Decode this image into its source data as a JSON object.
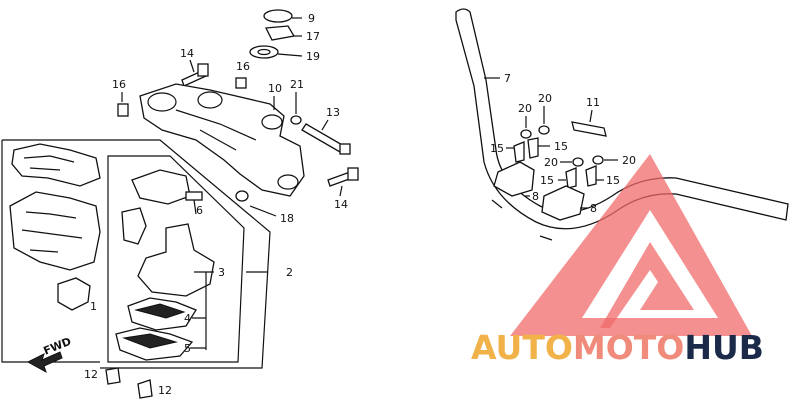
{
  "diagram": {
    "callouts": [
      {
        "id": "c9",
        "text": "9"
      },
      {
        "id": "c17",
        "text": "17"
      },
      {
        "id": "c19",
        "text": "19"
      },
      {
        "id": "c14a",
        "text": "14"
      },
      {
        "id": "c16",
        "text": "16"
      },
      {
        "id": "c16b",
        "text": "16"
      },
      {
        "id": "c10",
        "text": "10"
      },
      {
        "id": "c21",
        "text": "21"
      },
      {
        "id": "c13",
        "text": "13"
      },
      {
        "id": "c14b",
        "text": "14"
      },
      {
        "id": "c18",
        "text": "18"
      },
      {
        "id": "c2",
        "text": "2"
      },
      {
        "id": "c3",
        "text": "3"
      },
      {
        "id": "c4",
        "text": "4"
      },
      {
        "id": "c5",
        "text": "5"
      },
      {
        "id": "c6",
        "text": "6"
      },
      {
        "id": "c1",
        "text": "1"
      },
      {
        "id": "c12a",
        "text": "12"
      },
      {
        "id": "c12b",
        "text": "12"
      },
      {
        "id": "c7",
        "text": "7"
      },
      {
        "id": "c11",
        "text": "11"
      },
      {
        "id": "c20a",
        "text": "20"
      },
      {
        "id": "c20b",
        "text": "20"
      },
      {
        "id": "c20c",
        "text": "20"
      },
      {
        "id": "c20d",
        "text": "20"
      },
      {
        "id": "c15a",
        "text": "15"
      },
      {
        "id": "c15b",
        "text": "15"
      },
      {
        "id": "c15c",
        "text": "15"
      },
      {
        "id": "c15d",
        "text": "15"
      },
      {
        "id": "c8a",
        "text": "8"
      },
      {
        "id": "c8b",
        "text": "8"
      }
    ],
    "fwd_label": "FWD"
  },
  "watermark": {
    "word1": "AUTO",
    "word2": "MOTO",
    "word3": "HUB",
    "colors": {
      "triangle": "#f06b6b",
      "auto": "#f1b24a",
      "moto": "#f08a7a",
      "hub": "#1c2a4a"
    }
  }
}
